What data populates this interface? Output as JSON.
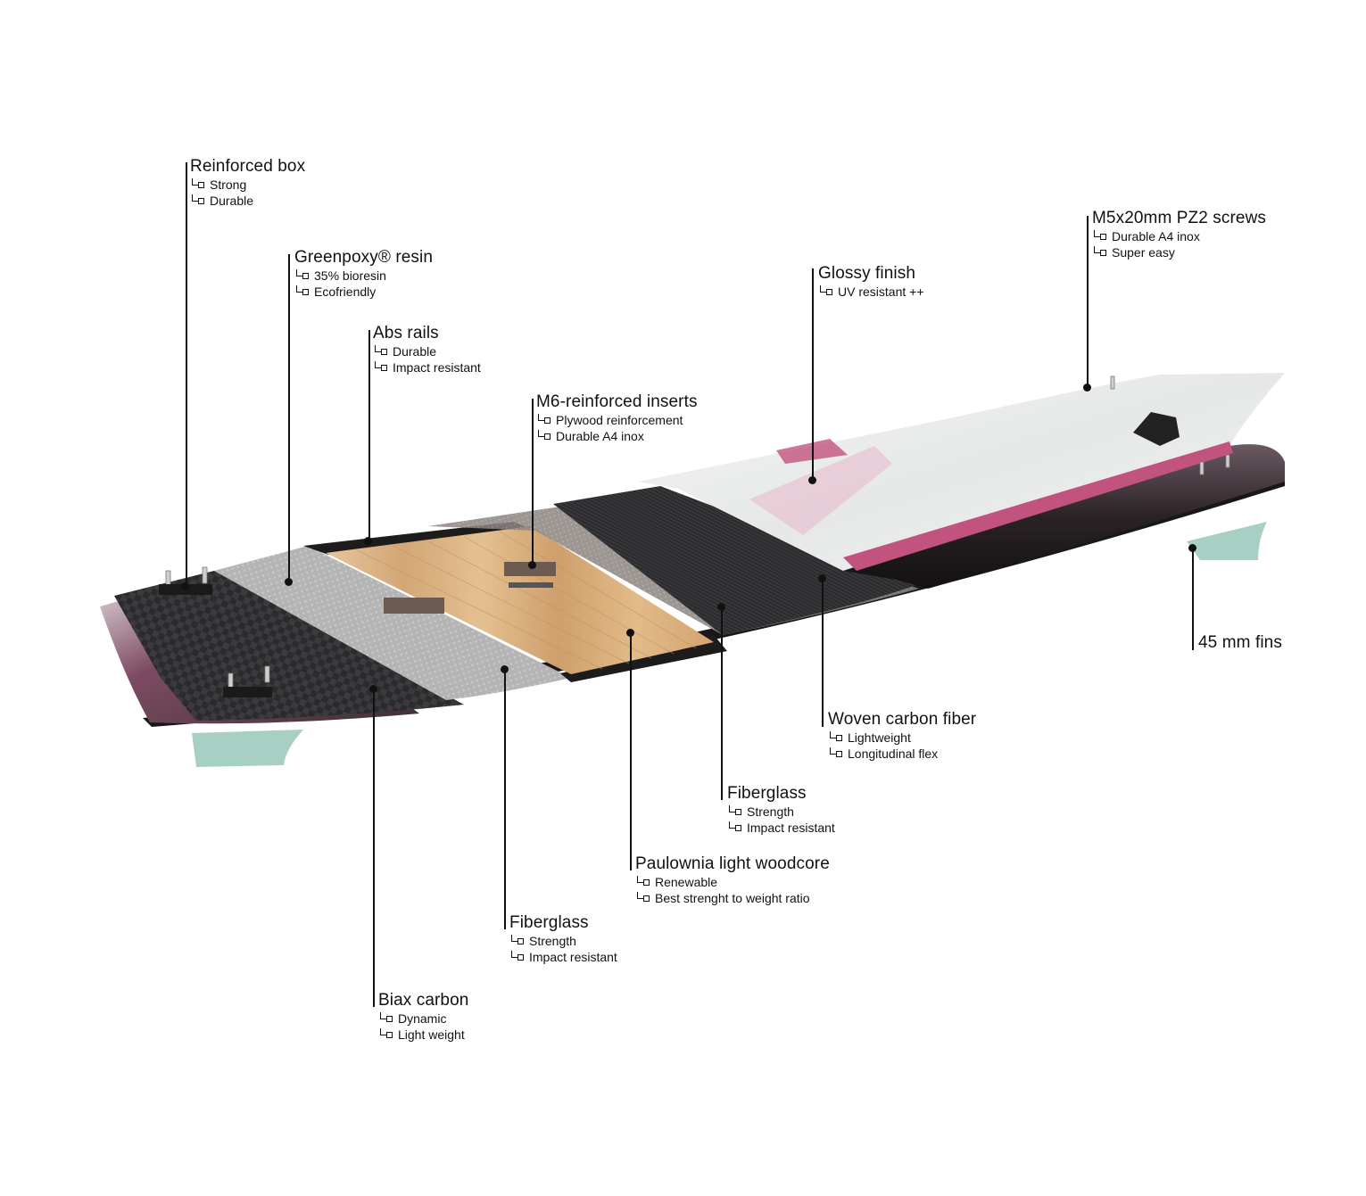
{
  "components": [
    {
      "id": "reinforced-box",
      "title": "Reinforced box",
      "features": [
        "Strong",
        "Durable"
      ]
    },
    {
      "id": "greenpoxy-resin",
      "title": "Greenpoxy® resin",
      "features": [
        "35% bioresin",
        "Ecofriendly"
      ]
    },
    {
      "id": "abs-rails",
      "title": "Abs rails",
      "features": [
        "Durable",
        "Impact resistant"
      ]
    },
    {
      "id": "m6-inserts",
      "title": "M6-reinforced inserts",
      "features": [
        "Plywood reinforcement",
        "Durable A4 inox"
      ]
    },
    {
      "id": "glossy-finish",
      "title": "Glossy finish",
      "features": [
        "UV resistant ++"
      ]
    },
    {
      "id": "screws",
      "title": "M5x20mm PZ2 screws",
      "features": [
        "Durable A4 inox",
        "Super easy"
      ]
    },
    {
      "id": "fins",
      "title": "45 mm fins",
      "features": []
    },
    {
      "id": "woven-carbon",
      "title": "Woven carbon fiber",
      "features": [
        "Lightweight",
        "Longitudinal flex"
      ]
    },
    {
      "id": "fiberglass-top",
      "title": "Fiberglass",
      "features": [
        "Strength",
        "Impact resistant"
      ]
    },
    {
      "id": "paulownia-woodcore",
      "title": "Paulownia light woodcore",
      "features": [
        "Renewable",
        "Best strenght to weight ratio"
      ]
    },
    {
      "id": "fiberglass-bottom",
      "title": "Fiberglass",
      "features": [
        "Strength",
        "Impact resistant"
      ]
    },
    {
      "id": "biax-carbon",
      "title": "Biax carbon",
      "features": [
        "Dynamic",
        "Light weight"
      ]
    }
  ],
  "colors": {
    "deck_white": "#f1f1f0",
    "deck_pink": "#c2527e",
    "rail_dark": "#2a2326",
    "bottom_dark": "#3a2b33",
    "carbon": "#2e2e30",
    "fiberglass": "#b9b9b9",
    "wood": "#d9b487",
    "fin": "#a8cfc3",
    "ink": "#111111"
  }
}
